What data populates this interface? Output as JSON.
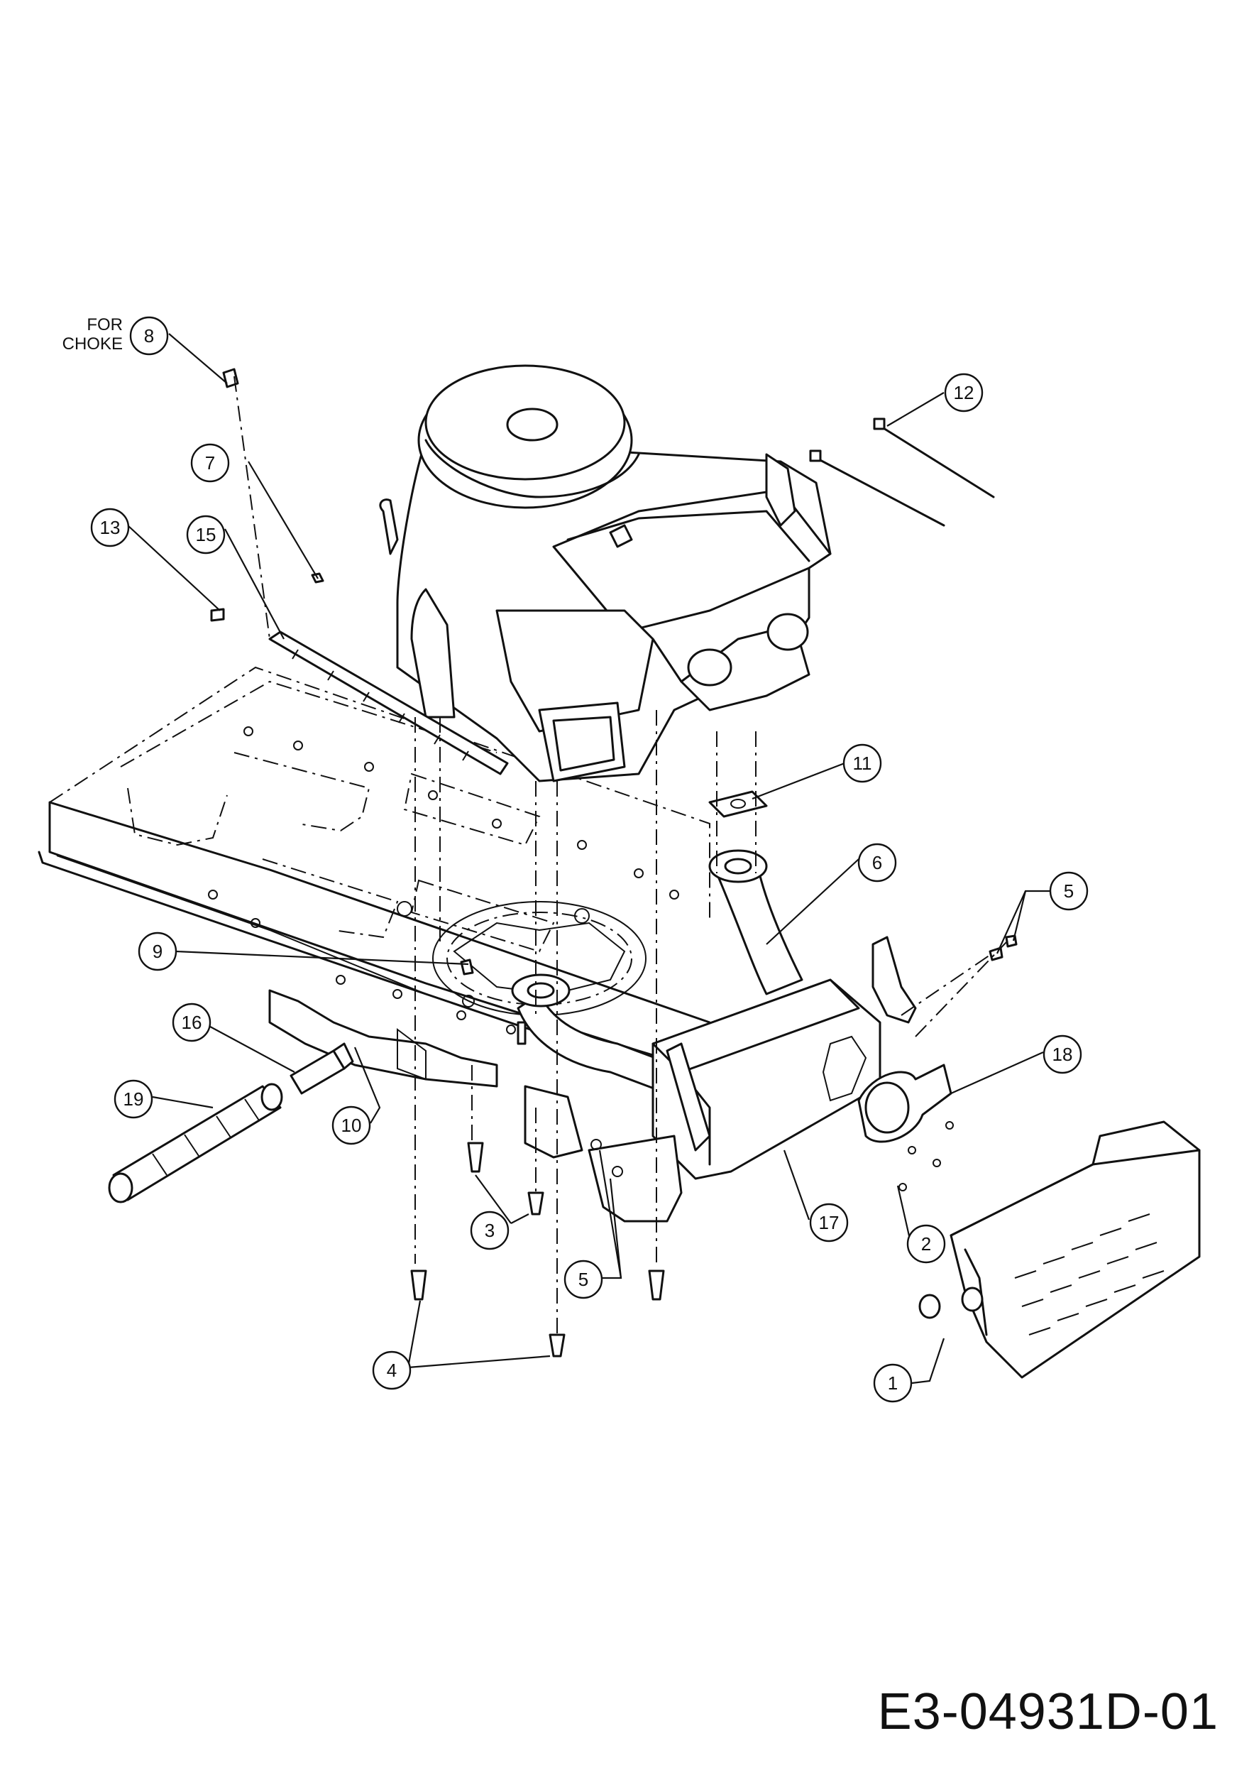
{
  "drawing_id": "E3-04931D-01",
  "note": {
    "line1": "FOR",
    "line2": "CHOKE"
  },
  "callouts": [
    {
      "id": "c1",
      "label": "1"
    },
    {
      "id": "c2",
      "label": "2"
    },
    {
      "id": "c3",
      "label": "3"
    },
    {
      "id": "c4",
      "label": "4"
    },
    {
      "id": "c5a",
      "label": "5"
    },
    {
      "id": "c5b",
      "label": "5"
    },
    {
      "id": "c6",
      "label": "6"
    },
    {
      "id": "c7",
      "label": "7"
    },
    {
      "id": "c8",
      "label": "8"
    },
    {
      "id": "c9",
      "label": "9"
    },
    {
      "id": "c10",
      "label": "10"
    },
    {
      "id": "c11",
      "label": "11"
    },
    {
      "id": "c12",
      "label": "12"
    },
    {
      "id": "c13",
      "label": "13"
    },
    {
      "id": "c15",
      "label": "15"
    },
    {
      "id": "c16",
      "label": "16"
    },
    {
      "id": "c17",
      "label": "17"
    },
    {
      "id": "c18",
      "label": "18"
    },
    {
      "id": "c19",
      "label": "19"
    }
  ]
}
